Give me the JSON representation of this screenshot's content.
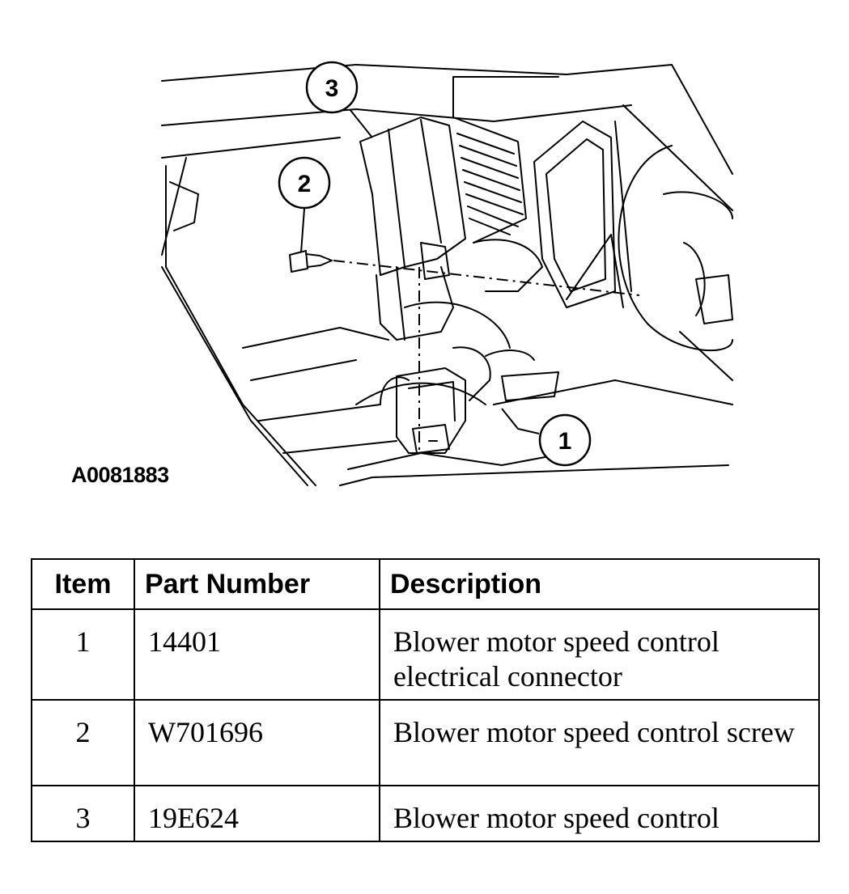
{
  "figure": {
    "id_label": "A0081883",
    "callouts": [
      "1",
      "2",
      "3"
    ]
  },
  "table": {
    "headers": [
      "Item",
      "Part Number",
      "Description"
    ],
    "rows": [
      {
        "item": "1",
        "part_number": "14401",
        "description": "Blower motor speed control electrical connector"
      },
      {
        "item": "2",
        "part_number": "W701696",
        "description": "Blower motor speed control screw"
      },
      {
        "item": "3",
        "part_number": "19E624",
        "description": "Blower motor speed control"
      }
    ]
  }
}
